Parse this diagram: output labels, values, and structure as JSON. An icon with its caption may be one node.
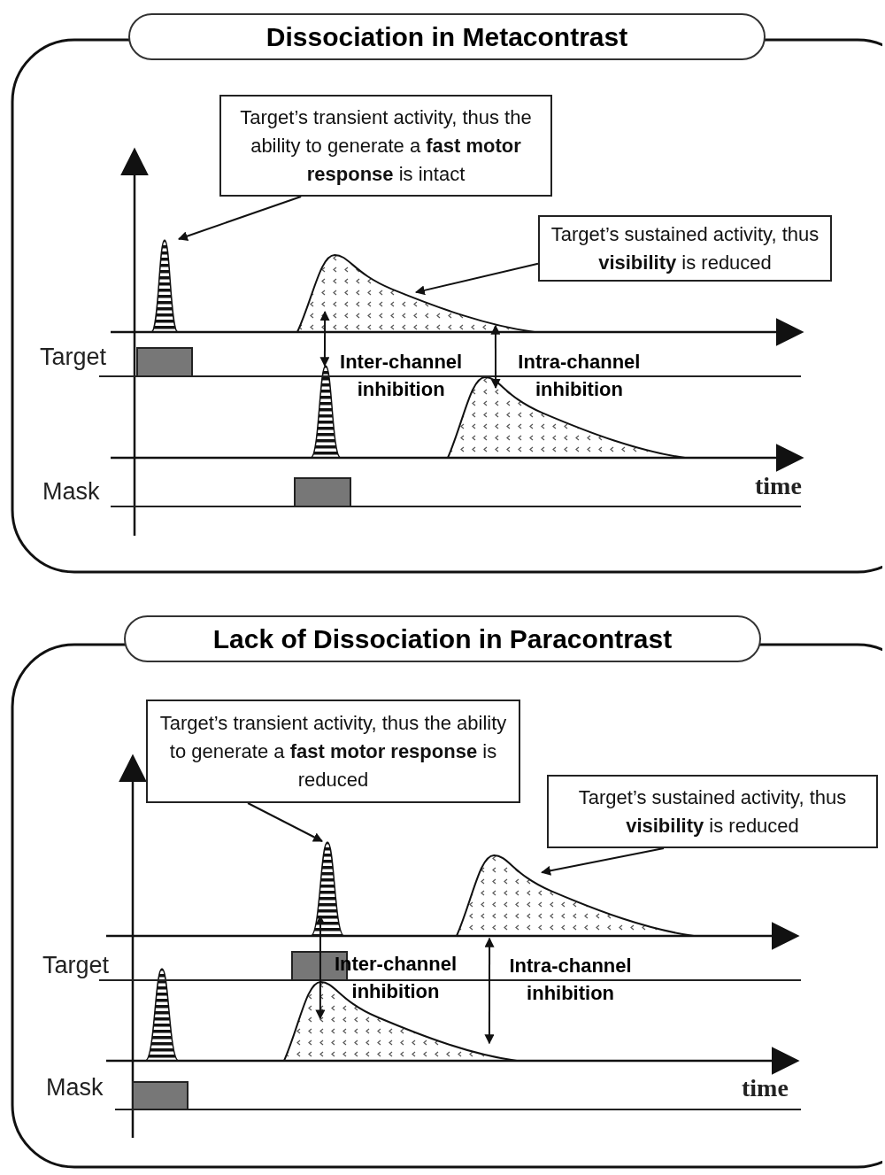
{
  "diagram": {
    "nodes": [
      {
        "text": [
          "Dissociation in Metacontrast"
        ]
      },
      {
        "text": [
          "Target’s transient activity, thus the ability to generate a **fast motor response** is intact"
        ],
        "in": 0
      },
      {
        "text": [
          "Target’s sustained activity, thus **visibility** is reduced"
        ],
        "in": 0
      },
      {
        "text": [],
        "shape": "peak",
        "in": 0
      },
      {
        "text": [],
        "shape": "peak",
        "in": 0
      },
      {
        "text": [],
        "shape": "peak",
        "in": 0
      },
      {
        "text": [],
        "shape": "peak",
        "in": 0
      },
      {
        "text": [
          "Lack of Dissociation in Paracontrast"
        ]
      },
      {
        "text": [
          "Target’s transient activity, thus the ability to generate a **fast motor response** is reduced"
        ],
        "in": 7
      },
      {
        "text": [
          "Target’s sustained activity, thus **visibility** is reduced"
        ],
        "in": 7
      },
      {
        "text": [],
        "shape": "peak",
        "in": 7
      },
      {
        "text": [],
        "shape": "peak",
        "in": 7
      },
      {
        "text": [],
        "shape": "peak",
        "in": 7
      },
      {
        "text": [],
        "shape": "peak",
        "in": 7
      }
    ],
    "edges": [
      {
        "from": 1,
        "to": 3,
        "arrow": "to"
      },
      {
        "from": 2,
        "to": 4,
        "arrow": "to"
      },
      {
        "from": 4,
        "to": 5,
        "arrow": "both",
        "label": "Inter-channel inhibition"
      },
      {
        "from": 4,
        "to": 6,
        "arrow": "both",
        "label": "Intra-channel inhibition"
      },
      {
        "from": 8,
        "to": 10,
        "arrow": "to"
      },
      {
        "from": 9,
        "to": 11,
        "arrow": "to"
      },
      {
        "from": 10,
        "to": 13,
        "arrow": "both",
        "label": "Inter-channel inhibition"
      },
      {
        "from": 11,
        "to": 13,
        "arrow": "both",
        "label": "Intra-channel inhibition"
      }
    ],
    "labels": [
      "Target",
      "Mask",
      "time",
      "Target",
      "Mask",
      "time"
    ]
  }
}
